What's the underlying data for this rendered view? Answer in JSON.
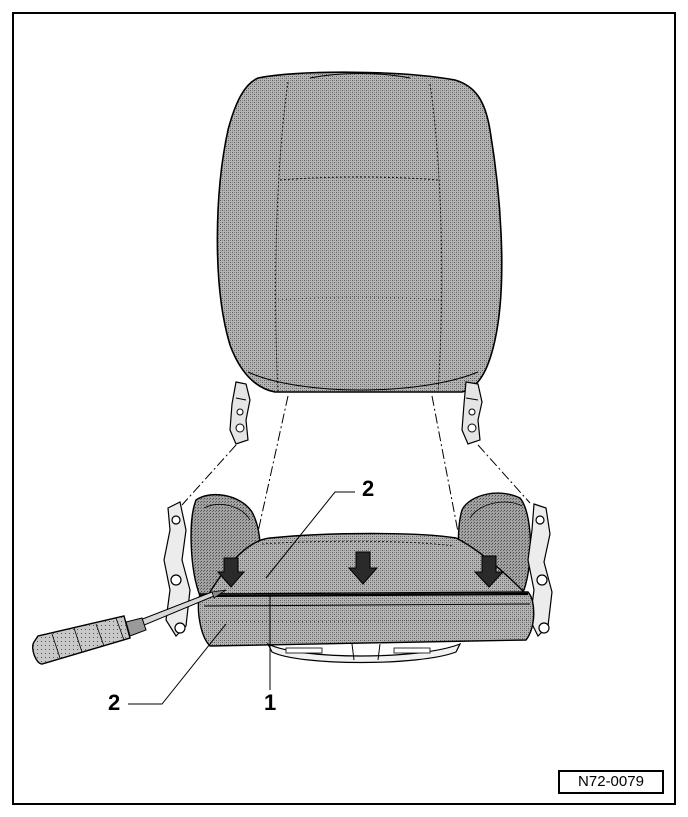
{
  "figure": {
    "id": "N72-0079",
    "description_labels": [
      {
        "key": "callout_1",
        "text": "1"
      },
      {
        "key": "callout_2_upper",
        "text": "2"
      },
      {
        "key": "callout_2_lower",
        "text": "2"
      }
    ]
  },
  "callouts": {
    "one": "1",
    "two_upper": "2",
    "two_lower": "2"
  },
  "colors": {
    "line": "#000000",
    "fabric_fill": "#9a9a9a",
    "arrow_fill": "#2a2a2a",
    "background": "#ffffff"
  },
  "icons": [
    "screwdriver-icon",
    "down-arrow-icon"
  ]
}
